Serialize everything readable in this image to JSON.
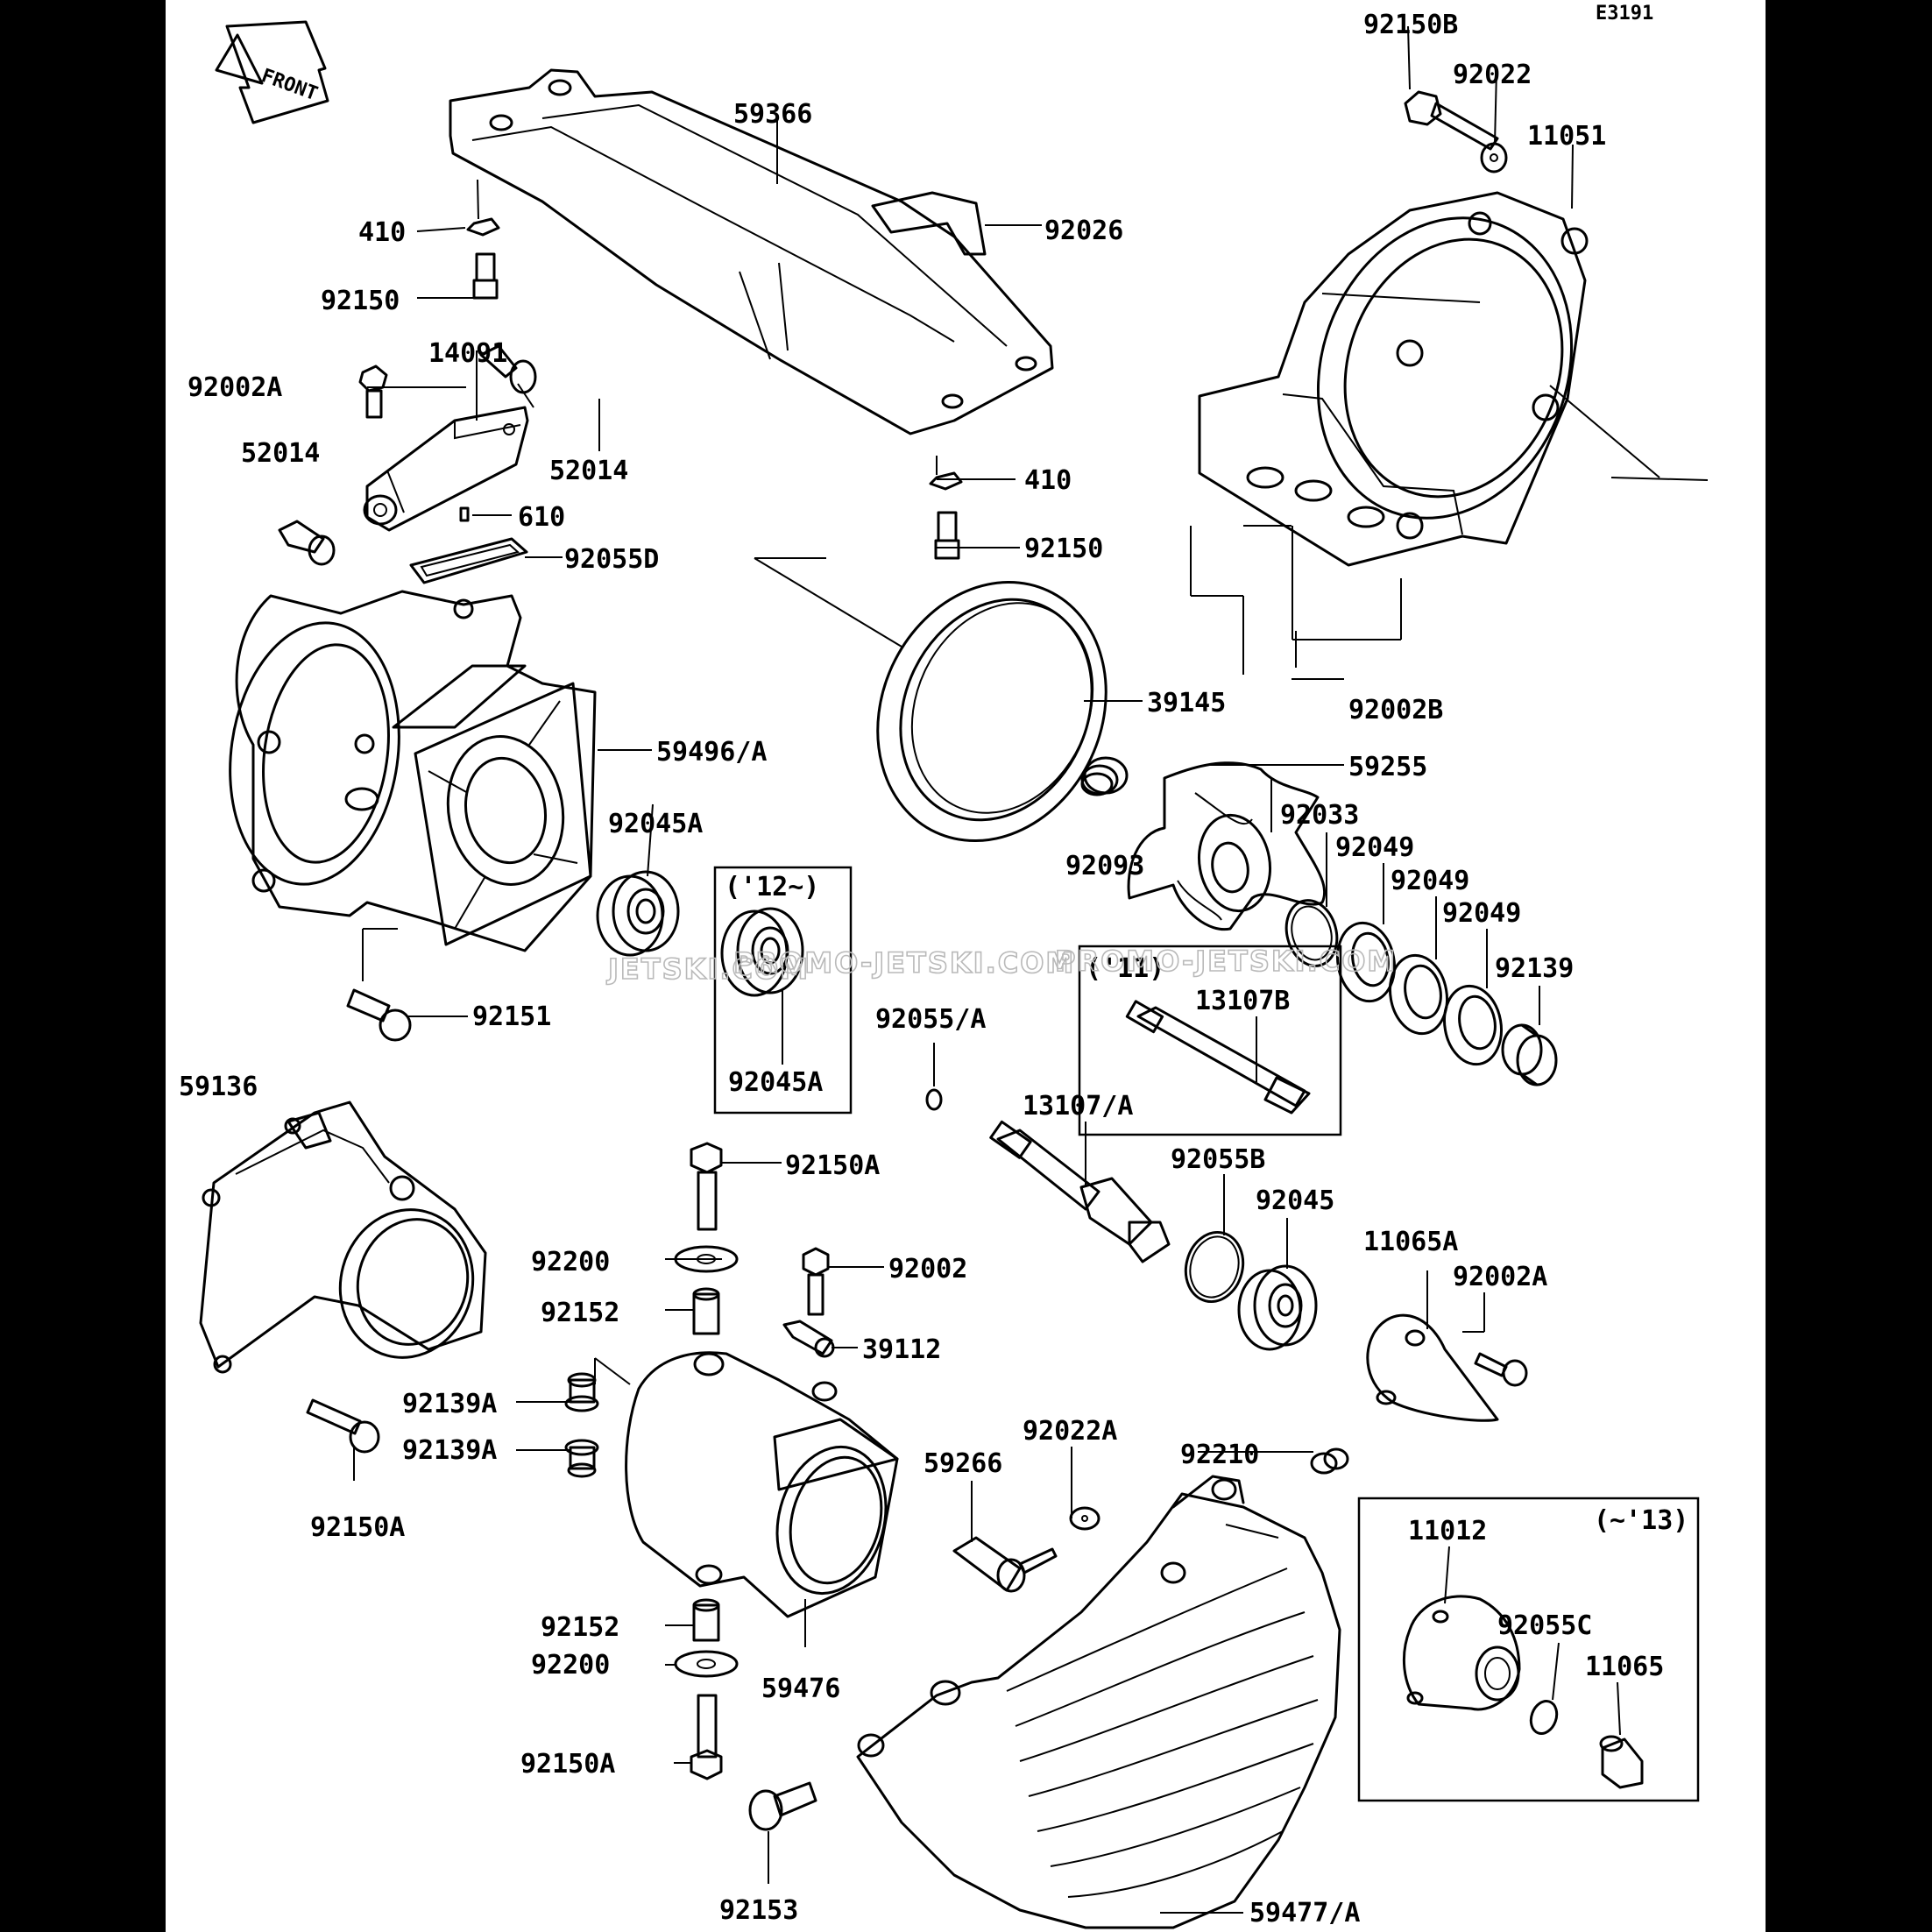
{
  "diagram_code": "E3191",
  "front_arrow": "FRONT",
  "watermarks": [
    "JETSKI.COM",
    "PROMO-JETSKI.COM",
    "PROMO-JETSKI.COM"
  ],
  "inset_boxes": {
    "box_12": "('12~)",
    "box_11": "('11)",
    "box_13": "(~'13)"
  },
  "labels": {
    "p92150B_top": "92150B",
    "p92022": "92022",
    "p11051": "11051",
    "p59366": "59366",
    "p92026": "92026",
    "p410_a": "410",
    "p92150_a": "92150",
    "p14091": "14091",
    "p92002A_a": "92002A",
    "p52014_l": "52014",
    "p52014_r": "52014",
    "p610": "610",
    "p92055D": "92055D",
    "p410_b": "410",
    "p92150_b": "92150",
    "p39145": "39145",
    "p92002B": "92002B",
    "p59496A": "59496/A",
    "p59255": "59255",
    "p92045A_a": "92045A",
    "p92093": "92093",
    "p92033": "92033",
    "p92049_a": "92049",
    "p92049_b": "92049",
    "p92049_c": "92049",
    "p92139": "92139",
    "p92045A_b": "92045A",
    "p13107B": "13107B",
    "p92151": "92151",
    "p92055A": "92055/A",
    "p59136": "59136",
    "p13107A": "13107/A",
    "p92150A_a": "92150A",
    "p92055B": "92055B",
    "p92045": "92045",
    "p11065A": "11065A",
    "p92002A_b": "92002A",
    "p92200_a": "92200",
    "p92002": "92002",
    "p92152_a": "92152",
    "p39112": "39112",
    "p92139A_a": "92139A",
    "p92139A_b": "92139A",
    "p92150A_b": "92150A",
    "p92022A": "92022A",
    "p92210": "92210",
    "p59266": "59266",
    "p11012": "11012",
    "p92055C": "92055C",
    "p11065": "11065",
    "p92152_b": "92152",
    "p92200_b": "92200",
    "p59476": "59476",
    "p92150A_c": "92150A",
    "p59477A": "59477/A",
    "p92153": "92153"
  }
}
